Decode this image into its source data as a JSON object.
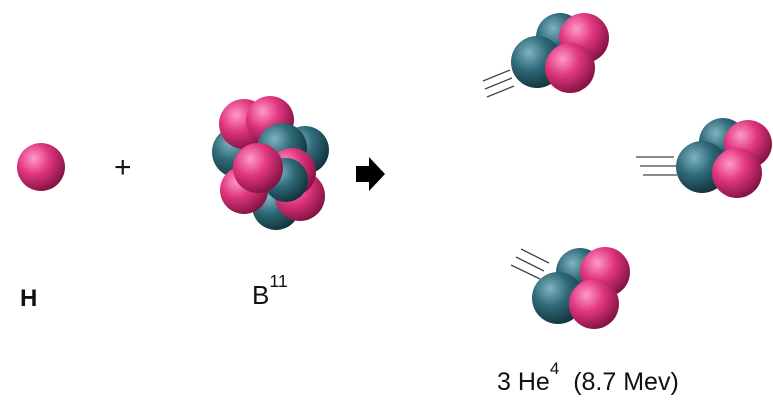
{
  "reaction": {
    "reactant_1": {
      "symbol": "H"
    },
    "operator": "+",
    "reactant_2": {
      "symbol": "B",
      "superscript": "11"
    },
    "product": {
      "prefix": "3 He",
      "superscript": "4",
      "energy": "(8.7 Mev)"
    }
  },
  "colors": {
    "proton": "#e0357f",
    "neutron": "#2f6a78",
    "arrow": "#000000",
    "motion_lines": "#444444"
  },
  "icons": {
    "reaction_arrow": "right-arrow-icon"
  }
}
